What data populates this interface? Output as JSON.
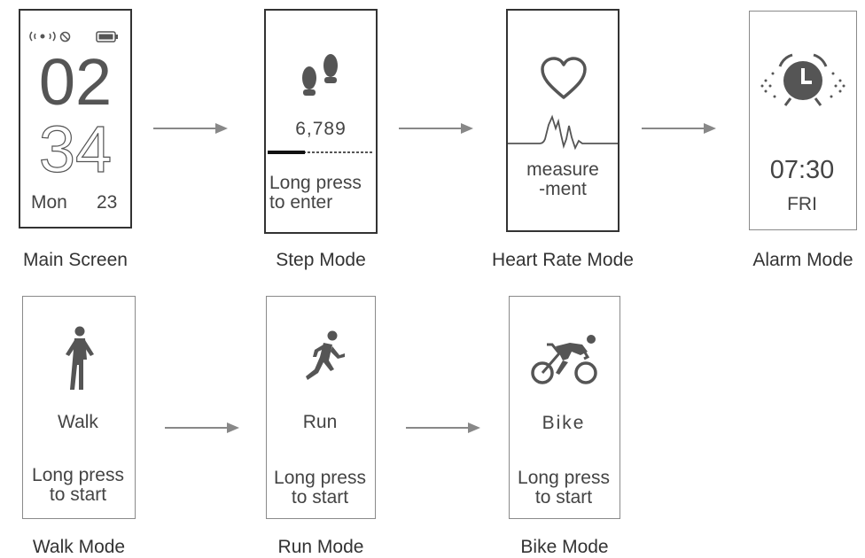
{
  "screens": {
    "main": {
      "caption": "Main Screen",
      "hour": "02",
      "minute": "34",
      "weekday": "Mon",
      "day": "23",
      "icons": [
        "signal-icon",
        "no-disturb-icon",
        "battery-icon"
      ]
    },
    "step": {
      "caption": "Step Mode",
      "count": "6,789",
      "hint_line1": "Long press",
      "hint_line2": "to enter",
      "progress": 0.35,
      "icon": "footprints-icon"
    },
    "heart": {
      "caption": "Heart Rate Mode",
      "line1": "measure",
      "line2": "-ment",
      "icon": "heart-icon"
    },
    "alarm": {
      "caption": "Alarm Mode",
      "time": "07:30",
      "day": "FRI",
      "icon": "alarm-clock-icon"
    },
    "walk": {
      "caption": "Walk Mode",
      "label": "Walk",
      "hint_line1": "Long press",
      "hint_line2": "to start",
      "icon": "walking-person-icon"
    },
    "run": {
      "caption": "Run Mode",
      "label": "Run",
      "hint_line1": "Long press",
      "hint_line2": "to start",
      "icon": "running-person-icon"
    },
    "bike": {
      "caption": "Bike Mode",
      "label": "Bike",
      "hint_line1": "Long press",
      "hint_line2": "to start",
      "icon": "cyclist-icon"
    }
  },
  "colors": {
    "frame_dark": "#333333",
    "frame_light": "#8a8a8a",
    "icon": "#555555",
    "arrow": "#888888"
  }
}
